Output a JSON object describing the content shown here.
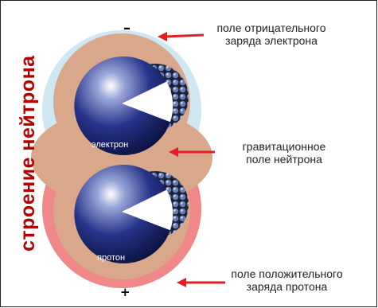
{
  "diagram": {
    "title": "строение нейтрона",
    "signs": {
      "negative": "–",
      "positive": "+"
    },
    "balls": {
      "top": "электрон",
      "bottom": "протон"
    },
    "callouts": {
      "negative_field": [
        "поле отрицательного",
        "заряда  электрона"
      ],
      "gravity_field": [
        "гравитационное",
        "поле  нейтрона"
      ],
      "positive_field": [
        "поле положительного",
        "заряда  протона"
      ]
    },
    "colors": {
      "negative_field": "#cfe7f3",
      "gravity_field": "#d9a78a",
      "positive_field": "#f0888a",
      "ball": "#1e2a78",
      "arrow": "#e02020",
      "title": "#b20000"
    }
  }
}
